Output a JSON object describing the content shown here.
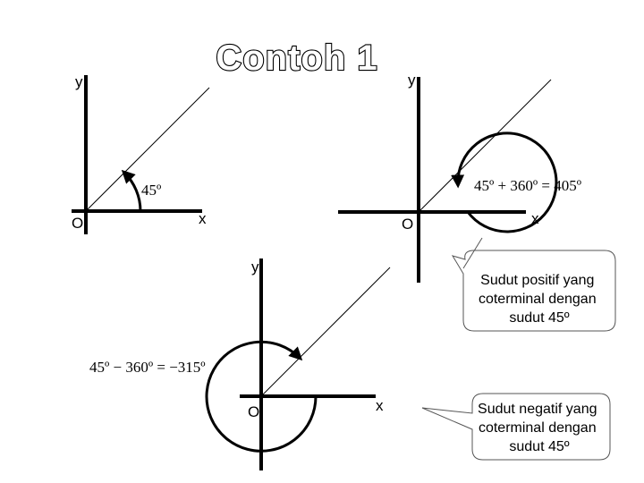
{
  "title": "Contoh 1",
  "diagrams": [
    {
      "y_label": "y",
      "x_label": "x",
      "origin_label": "O",
      "angle_label": "45º"
    },
    {
      "y_label": "y",
      "x_label": "x",
      "origin_label": "O",
      "angle_label": "45º + 360º = 405º"
    },
    {
      "y_label": "y",
      "x_label": "x",
      "origin_label": "O",
      "angle_label": "45º − 360º = −315º"
    }
  ],
  "callouts": [
    {
      "lines": [
        "Sudut positif yang",
        "coterminal dengan",
        "sudut 45º"
      ]
    },
    {
      "lines": [
        "Sudut negatif yang",
        "coterminal dengan",
        "sudut 45º"
      ]
    }
  ]
}
